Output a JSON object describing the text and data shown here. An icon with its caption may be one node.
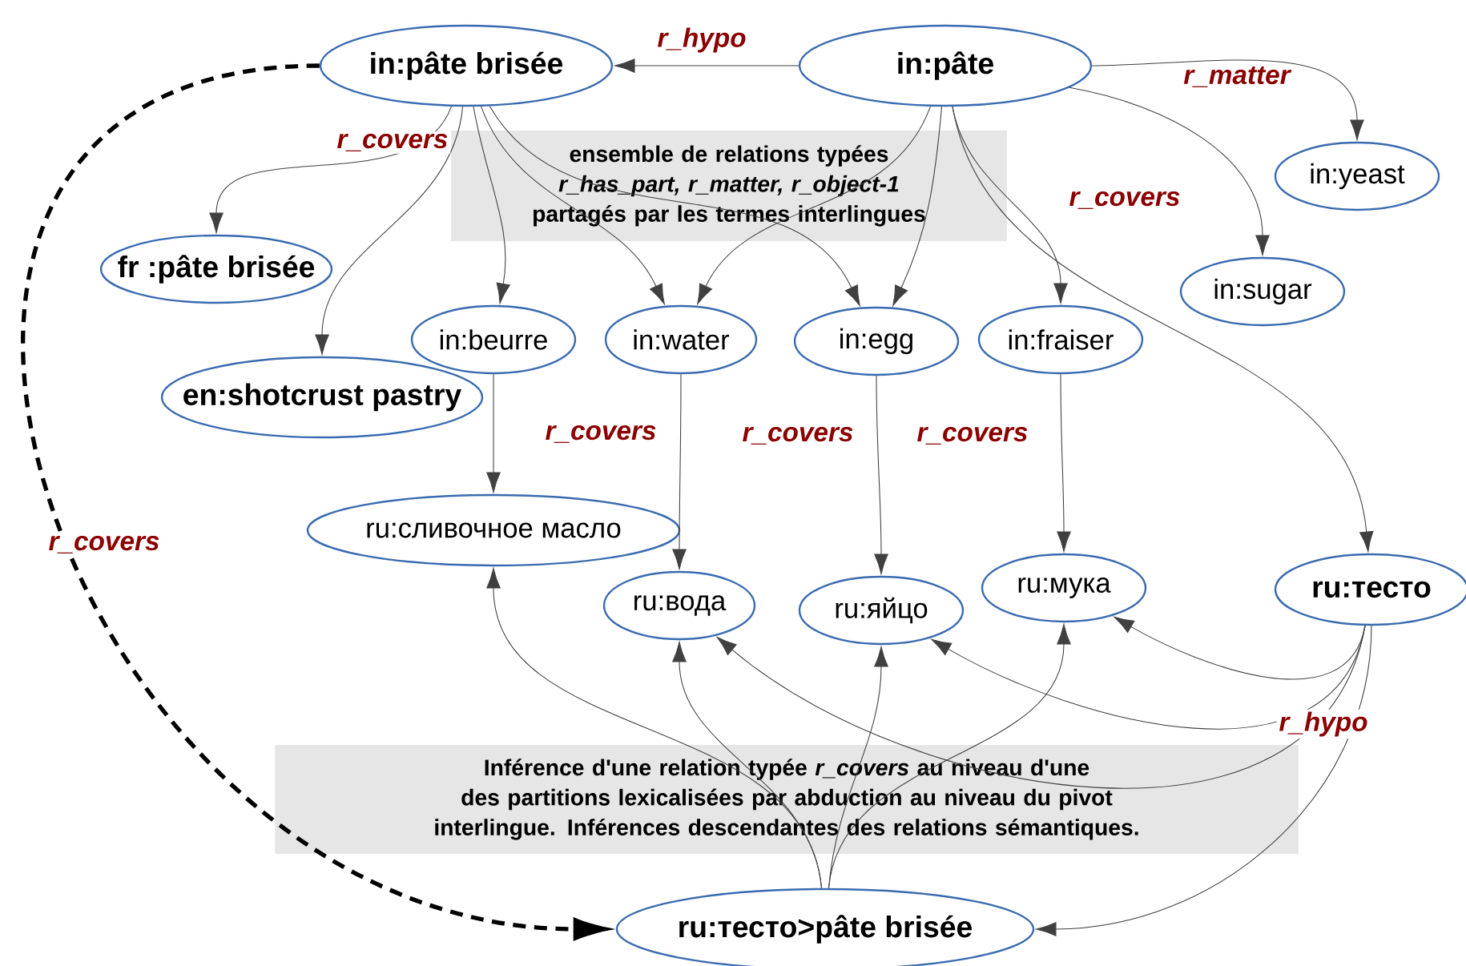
{
  "diagram": {
    "nodes": [
      {
        "text": [
          "in:pâte brisée"
        ]
      },
      {
        "text": [
          "in:pâte"
        ]
      },
      {
        "text": [
          "in:yeast"
        ]
      },
      {
        "text": [
          "in:sugar"
        ]
      },
      {
        "text": [
          "fr :pâte brisée"
        ]
      },
      {
        "text": [
          "en:shotcrust pastry"
        ]
      },
      {
        "text": [
          "in:beurre"
        ]
      },
      {
        "text": [
          "in:water"
        ]
      },
      {
        "text": [
          "in:egg"
        ]
      },
      {
        "text": [
          "in:fraiser"
        ]
      },
      {
        "text": [
          "ru:сливочное масло"
        ]
      },
      {
        "text": [
          "ru:вода"
        ]
      },
      {
        "text": [
          "ru:яйцо"
        ]
      },
      {
        "text": [
          "ru:мука"
        ]
      },
      {
        "text": [
          "ru:тесто"
        ]
      },
      {
        "text": [
          "ru:тесто>pâte brisée"
        ]
      }
    ],
    "labels": [
      "ensemble de relations typées *r_has_part, r_matter, r_object-1* partagés par les termes interlingues",
      "Inférence d'une relation typée *r_covers* au niveau d'une des partitions lexicalisées par abduction au niveau du pivot interlingue. Inférences descendantes des relations sémantiques."
    ],
    "edges": [
      {
        "from": 1,
        "to": 0,
        "arrow": "to",
        "label": "r_hypo"
      },
      {
        "from": 0,
        "to": 4,
        "arrow": "to",
        "label": "r_covers"
      },
      {
        "from": 0,
        "to": 5,
        "arrow": "to"
      },
      {
        "from": 0,
        "to": 6,
        "arrow": "to"
      },
      {
        "from": 0,
        "to": 7,
        "arrow": "to"
      },
      {
        "from": 1,
        "to": 7,
        "arrow": "to"
      },
      {
        "from": 1,
        "to": 8,
        "arrow": "to"
      },
      {
        "from": 0,
        "to": 8,
        "arrow": "to"
      },
      {
        "from": 1,
        "to": 9,
        "arrow": "to"
      },
      {
        "from": 1,
        "to": 2,
        "arrow": "to",
        "label": "r_matter"
      },
      {
        "from": 1,
        "to": 3,
        "arrow": "to"
      },
      {
        "from": 1,
        "to": 14,
        "arrow": "to",
        "label": "r_covers"
      },
      {
        "from": 6,
        "to": 10,
        "arrow": "to",
        "label": "r_covers"
      },
      {
        "from": 7,
        "to": 11,
        "arrow": "to",
        "label": "r_covers"
      },
      {
        "from": 8,
        "to": 12,
        "arrow": "to",
        "label": "r_covers"
      },
      {
        "from": 9,
        "to": 13,
        "arrow": "to"
      },
      {
        "from": 14,
        "to": 13,
        "arrow": "to"
      },
      {
        "from": 14,
        "to": 12,
        "arrow": "to"
      },
      {
        "from": 14,
        "to": 11,
        "arrow": "to"
      },
      {
        "from": 14,
        "to": 15,
        "arrow": "to",
        "label": "r_hypo"
      },
      {
        "from": 15,
        "to": 10,
        "arrow": "to"
      },
      {
        "from": 15,
        "to": 11,
        "arrow": "to"
      },
      {
        "from": 15,
        "to": 12,
        "arrow": "to"
      },
      {
        "from": 15,
        "to": 13,
        "arrow": "to"
      },
      {
        "from": 0,
        "to": 15,
        "arrow": "to",
        "label": "r_covers",
        "style": "dashed"
      }
    ]
  }
}
